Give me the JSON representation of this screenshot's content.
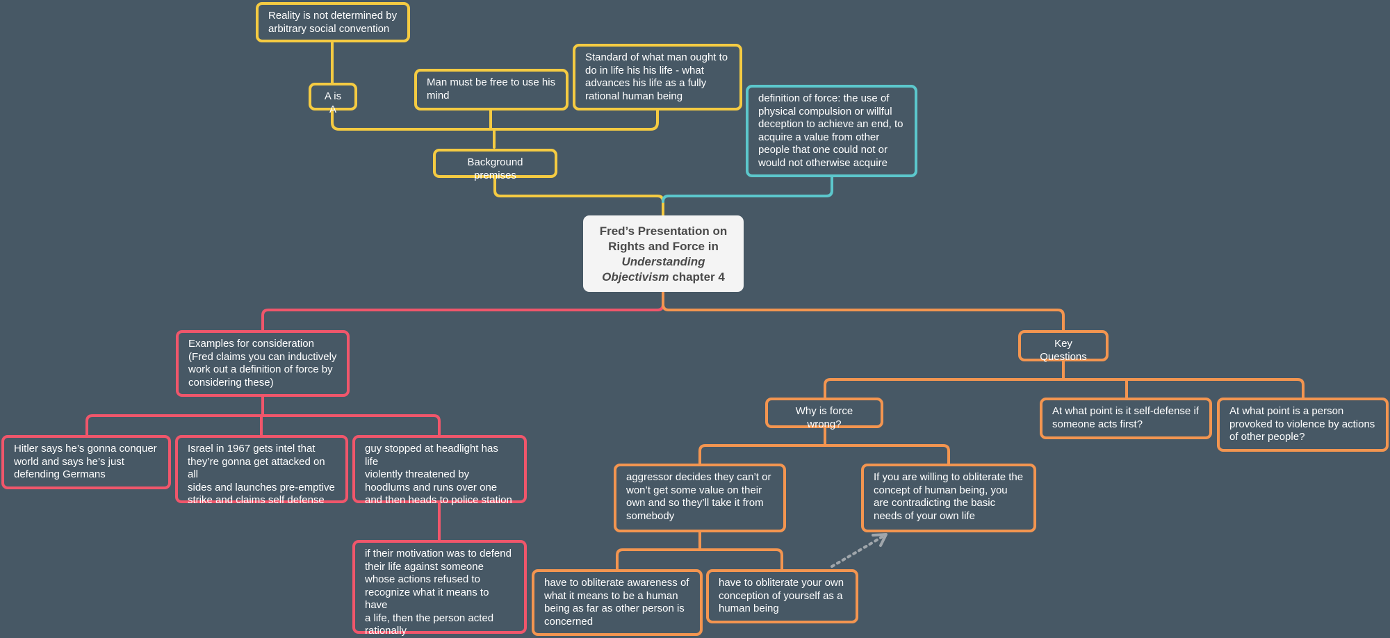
{
  "colors": {
    "background": "#475865",
    "premises_branch": "#f5cb42",
    "definition_branch": "#5cc7cc",
    "examples_branch": "#f0566b",
    "questions_branch": "#f39550",
    "root_fill": "#f4f4f4",
    "relationship_arrow": "#a0a6ab"
  },
  "root": {
    "line1": "Fred’s Presentation on",
    "line2": "Rights and Force in",
    "line3_italic": "Understanding",
    "line4_italic": "Objectivism",
    "line4_rest": " chapter 4"
  },
  "premises": {
    "label": "Background premises",
    "a_is_a": "A is A",
    "reality": "Reality is not determined by\narbitrary social convention",
    "free_mind": "Man must be free to use his\nmind",
    "standard": "Standard of what man ought to\ndo in life his his life - what\nadvances his life as a fully\nrational human being"
  },
  "definition": {
    "text": "definition of force: the use of\nphysical compulsion or willful\ndeception to achieve an end, to\nacquire a value from other\npeople that one could not or\nwould not otherwise acquire"
  },
  "examples": {
    "label": "Examples for consideration\n(Fred claims you can inductively\nwork out a definition of force by\nconsidering these)",
    "hitler": "Hitler says he’s gonna conquer\nworld and says he’s just\ndefending Germans",
    "israel": "Israel in 1967 gets intel that\nthey’re gonna get attacked on all\nsides and launches pre-emptive\nstrike and claims self defense",
    "headlight": "guy stopped at headlight has life\nviolently threatened by\nhoodlums and runs over one\nand then heads to police station",
    "motivation": "if their motivation was to defend\ntheir life against someone\nwhose actions refused to\nrecognize what it means to have\na life, then the person acted\nrationally"
  },
  "questions": {
    "label": "Key Questions",
    "why_wrong": "Why is force wrong?",
    "self_defense": "At what point is it self-defense if\nsomeone acts first?",
    "provoked": "At what point is a person\nprovoked to violence by actions\nof other people?",
    "aggressor": "aggressor decides they can’t or\nwon’t get some value on their\nown and so they’ll take it from\nsomebody",
    "obliterate_concept": "If you are willing to obliterate the\nconcept of human being, you\nare contradicting the basic\nneeds of your own life",
    "obliterate_awareness": "have to obliterate awareness of\nwhat it means to be a human\nbeing as far as other person is\nconcerned",
    "obliterate_own": "have to obliterate your own\nconception of yourself as a\nhuman being"
  }
}
